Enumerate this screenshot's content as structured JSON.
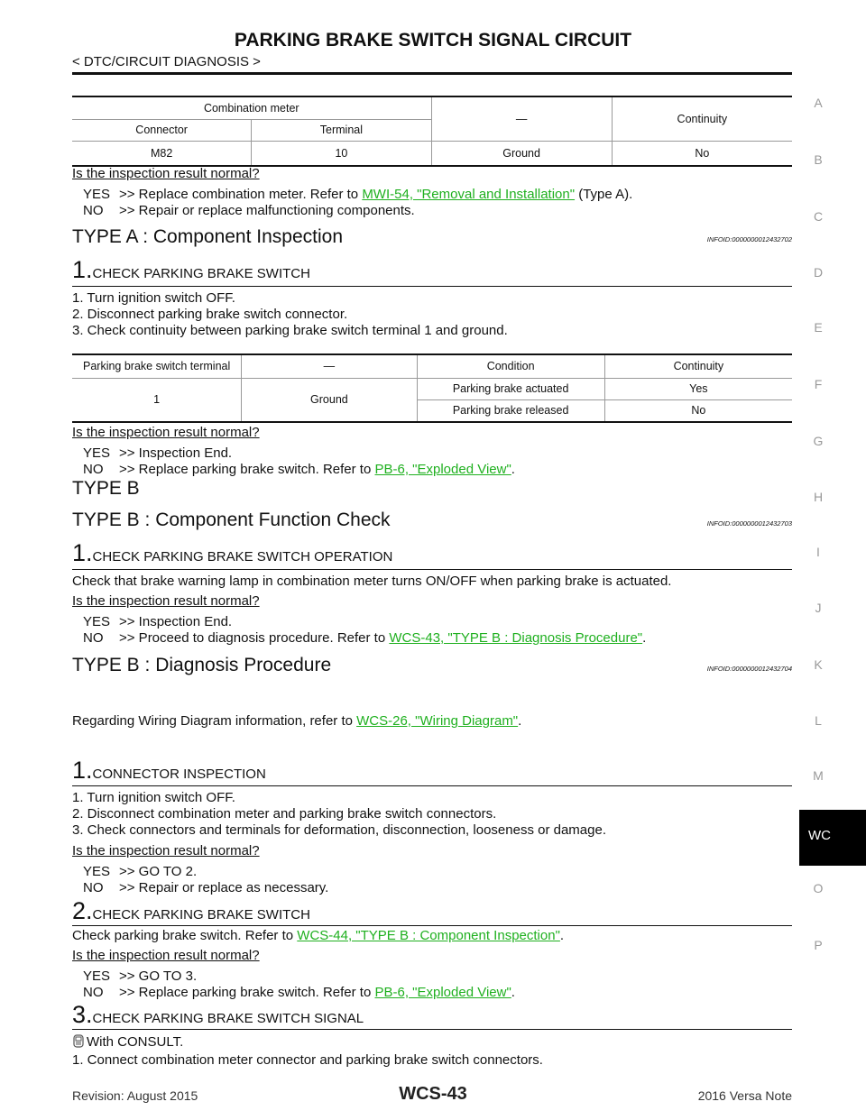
{
  "header": {
    "title": "PARKING BRAKE SWITCH SIGNAL CIRCUIT",
    "subtitle": "< DTC/CIRCUIT DIAGNOSIS >"
  },
  "table1": {
    "group_header": "Combination meter",
    "dash": "—",
    "result_header": "Continuity",
    "col_connector": "Connector",
    "col_terminal": "Terminal",
    "connector": "M82",
    "terminal": "10",
    "ground": "Ground",
    "result": "No"
  },
  "check0": {
    "question": "Is the inspection result normal?",
    "yes_key": "YES",
    "yes_text": ">> Replace combination meter. Refer to ",
    "yes_link": "MWI-54, \"Removal and Installation\"",
    "yes_after": " (Type A).",
    "no_key": "NO",
    "no_text": ">> Repair or replace malfunctioning components."
  },
  "section_a": {
    "title": "TYPE A : Component Inspection",
    "infoid": "INFOID:0000000012432702"
  },
  "step_a1": {
    "num": "1.",
    "title": "CHECK PARKING BRAKE SWITCH",
    "lines": [
      "1.  Turn ignition switch OFF.",
      "2.  Disconnect parking brake switch connector.",
      "3.  Check continuity between parking brake switch terminal 1 and ground."
    ],
    "table": {
      "h_terminal": "Parking brake switch terminal",
      "h_dash": "—",
      "h_condition": "Condition",
      "h_continuity": "Continuity",
      "terminal": "1",
      "ground": "Ground",
      "cond1": "Parking brake actuated",
      "res1": "Yes",
      "cond2": "Parking brake released",
      "res2": "No"
    },
    "question": "Is the inspection result normal?",
    "yes_key": "YES",
    "yes_text": ">> Inspection End.",
    "no_key": "NO",
    "no_text": ">> Replace parking brake switch. Refer to ",
    "no_link": "PB-6, \"Exploded View\"",
    "no_after": "."
  },
  "type_b": "TYPE B",
  "section_b1": {
    "title": "TYPE B : Component Function Check",
    "infoid": "INFOID:0000000012432703"
  },
  "step_b1": {
    "num": "1.",
    "title": "CHECK PARKING BRAKE SWITCH OPERATION",
    "text": "Check that brake warning lamp in combination meter turns ON/OFF when parking brake is actuated.",
    "question": "Is the inspection result normal?",
    "yes_key": "YES",
    "yes_text": ">> Inspection End.",
    "no_key": "NO",
    "no_text": ">> Proceed to diagnosis procedure. Refer to ",
    "no_link": "WCS-43, \"TYPE B : Diagnosis Procedure\"",
    "no_after": "."
  },
  "section_b2": {
    "title": "TYPE B : Diagnosis Procedure",
    "infoid": "INFOID:0000000012432704"
  },
  "wiring": {
    "text": "Regarding Wiring Diagram information, refer to ",
    "link": "WCS-26, \"Wiring Diagram\"",
    "after": "."
  },
  "step_c1": {
    "num": "1.",
    "title": "CONNECTOR INSPECTION",
    "lines": [
      "1.  Turn ignition switch OFF.",
      "2.  Disconnect combination meter and parking brake switch connectors.",
      "3.  Check connectors and terminals for deformation, disconnection, looseness or damage."
    ],
    "question": "Is the inspection result normal?",
    "yes_key": "YES",
    "yes_text": ">> GO TO 2.",
    "no_key": "NO",
    "no_text": ">> Repair or replace as necessary."
  },
  "step_c2": {
    "num": "2.",
    "title": "CHECK PARKING BRAKE SWITCH",
    "text": "Check parking brake switch. Refer to ",
    "link": "WCS-44, \"TYPE B : Component Inspection\"",
    "after": ".",
    "question": "Is the inspection result normal?",
    "yes_key": "YES",
    "yes_text": ">> GO TO 3.",
    "no_key": "NO",
    "no_text": ">> Replace parking brake switch. Refer to ",
    "no_link": "PB-6, \"Exploded View\"",
    "no_after": "."
  },
  "step_c3": {
    "num": "3.",
    "title": "CHECK PARKING BRAKE SWITCH SIGNAL",
    "consult": "With CONSULT.",
    "line1": "1.  Connect combination meter connector and parking brake switch connectors."
  },
  "side_index": [
    "A",
    "B",
    "C",
    "D",
    "E",
    "F",
    "G",
    "H",
    "I",
    "J",
    "K",
    "L",
    "M",
    "WC",
    "O",
    "P"
  ],
  "footer": {
    "revision": "Revision: August 2015",
    "page": "WCS-43",
    "model": "2016 Versa Note"
  }
}
